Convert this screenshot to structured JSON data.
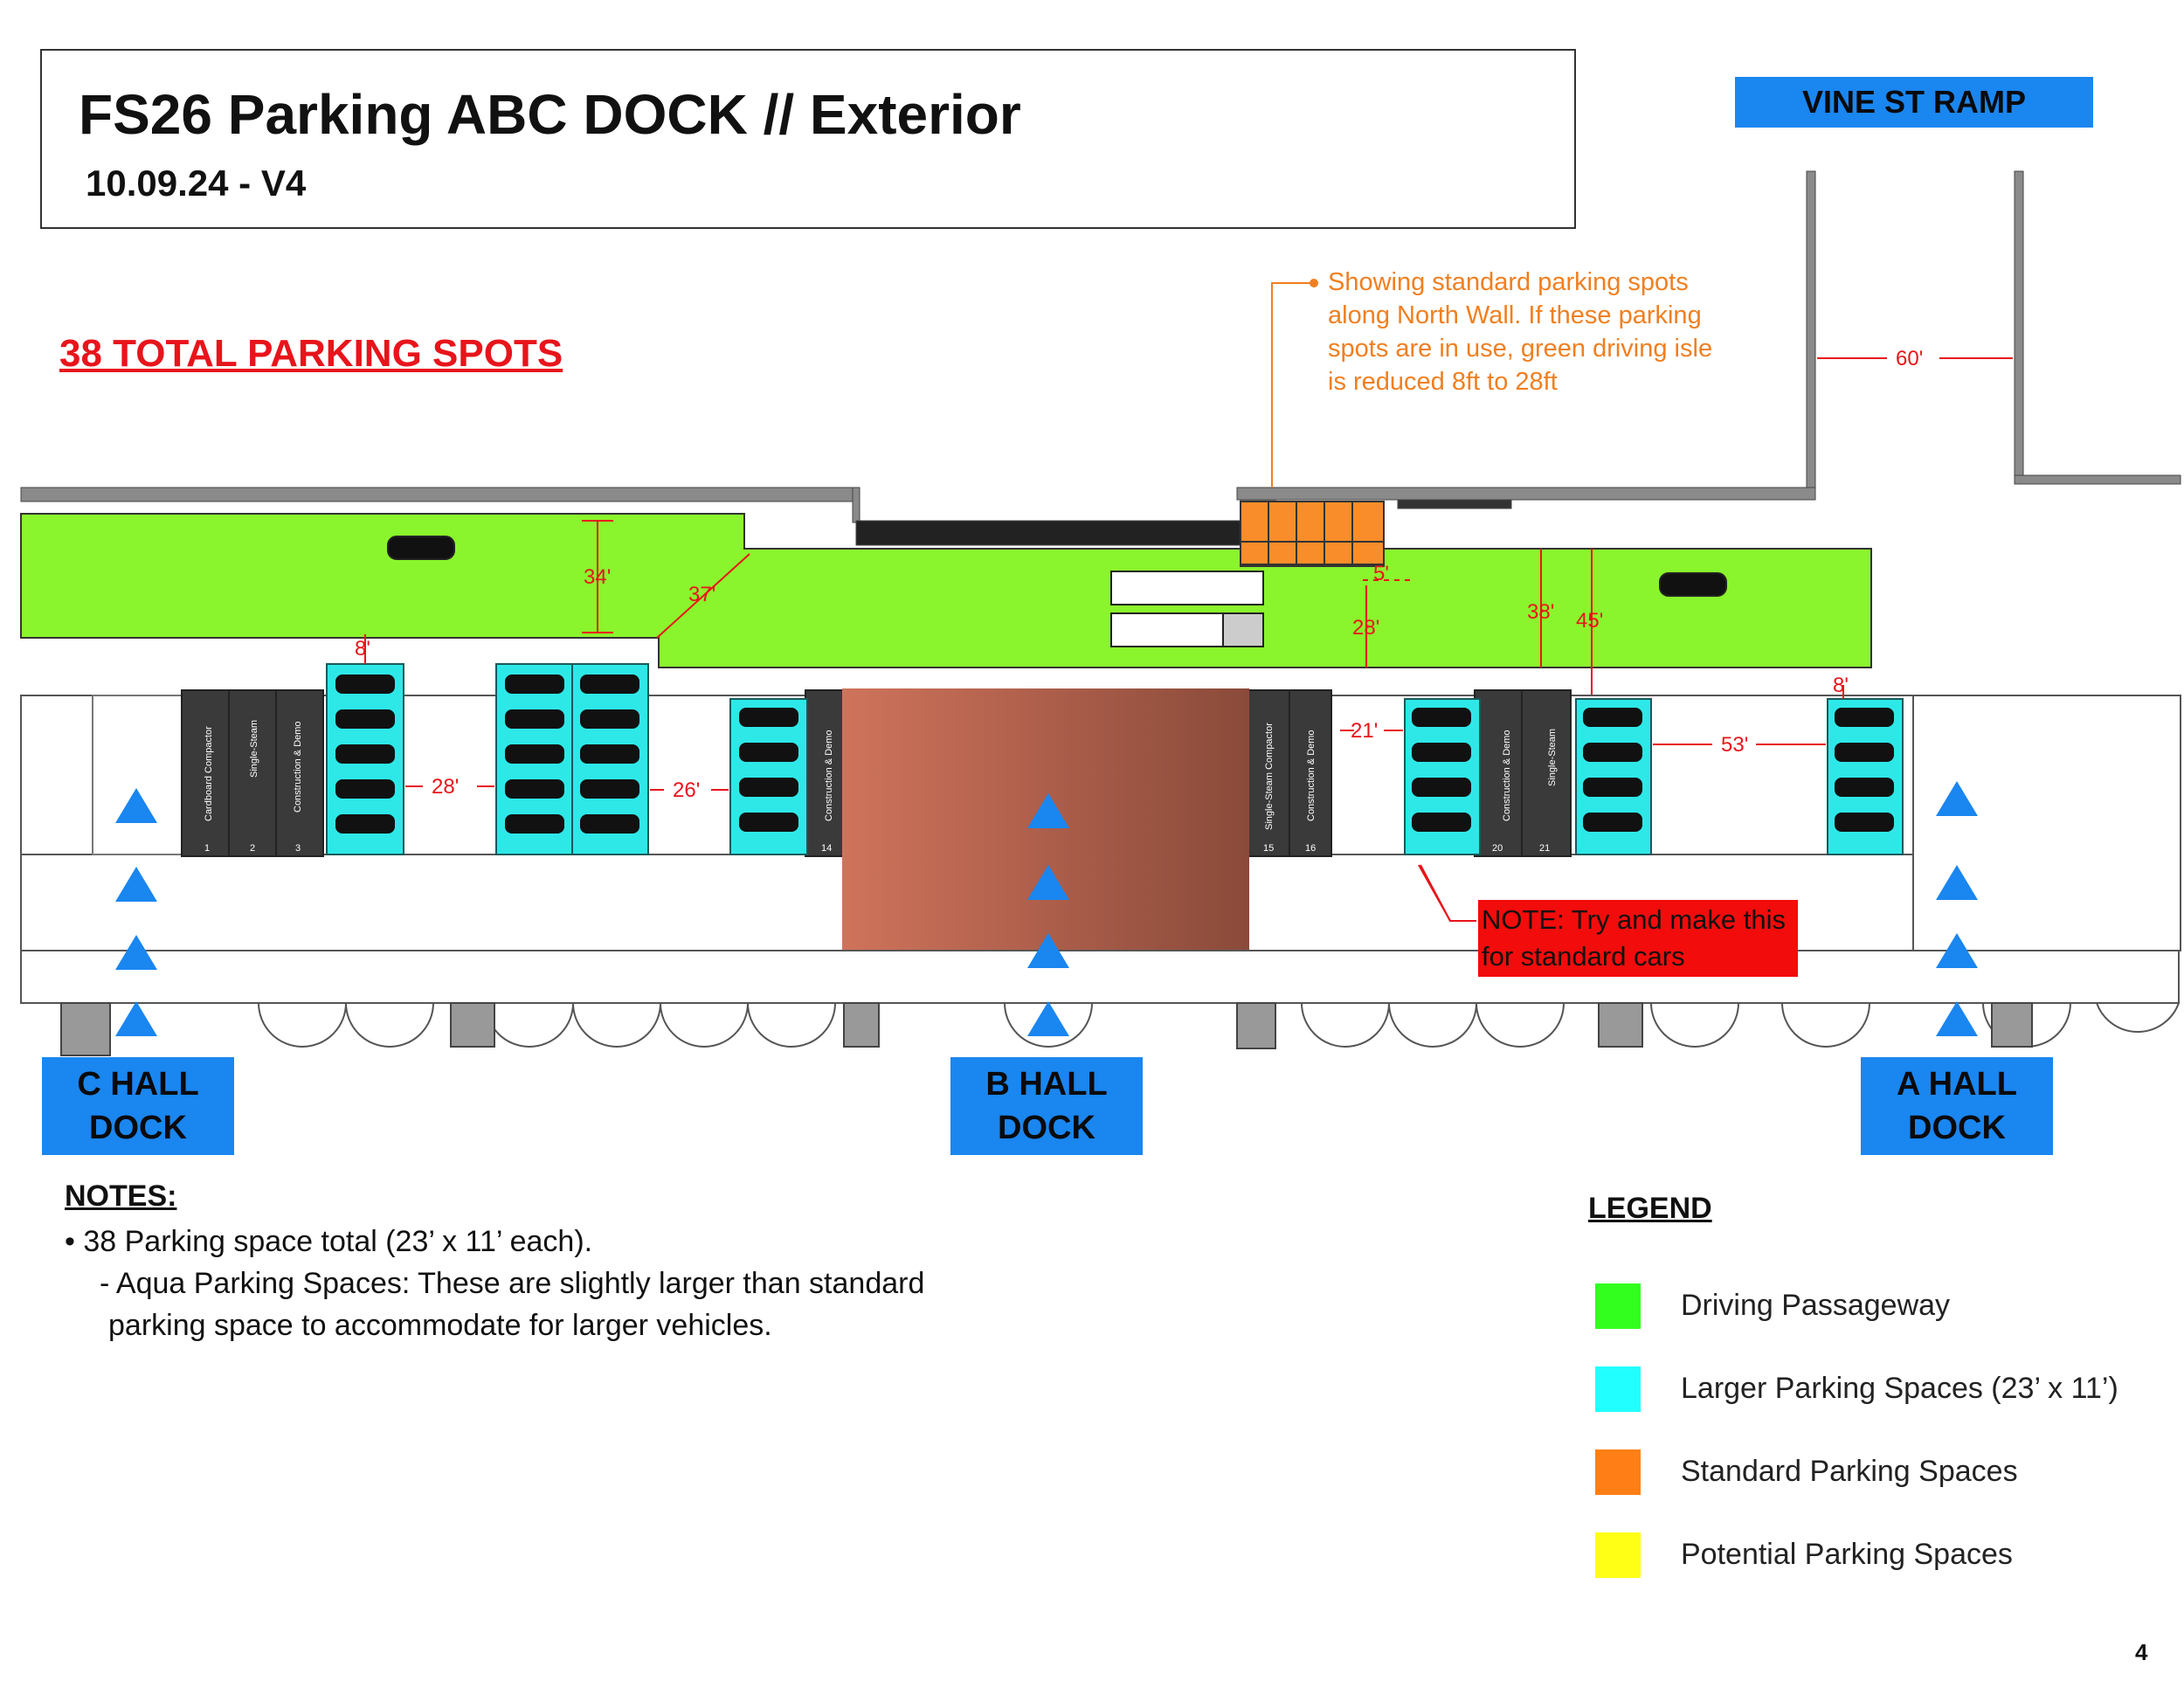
{
  "header": {
    "title": "FS26 Parking ABC DOCK // Exterior",
    "version": "10.09.24 - V4"
  },
  "total_label": "38 TOTAL PARKING SPOTS",
  "vine_label": "VINE ST RAMP",
  "docks": [
    {
      "line1": "C HALL",
      "line2": "DOCK"
    },
    {
      "line1": "B HALL",
      "line2": "DOCK"
    },
    {
      "line1": "A HALL",
      "line2": "DOCK"
    }
  ],
  "orange_note": "Showing standard parking spots along North Wall. If these parking spots are in use, green driving isle is reduced 8ft to 28ft",
  "red_note": {
    "line1": "NOTE: Try and make this",
    "line2": "for standard cars"
  },
  "dimensions": {
    "d60": "60'",
    "d34": "34'",
    "d37": "37'",
    "d5": "5'",
    "d28_top": "28'",
    "d38": "38'",
    "d45": "45'",
    "d8_left": "8'",
    "d8_right": "8'",
    "d28_left": "28'",
    "d26": "26'",
    "d21": "21'",
    "d53": "53'"
  },
  "carts": [
    {
      "label": "Cardboard Compactor",
      "num": "1"
    },
    {
      "label": "Single-Steam",
      "num": "2"
    },
    {
      "label": "Construction & Demo",
      "num": "3"
    },
    {
      "label": "Construction & Demo",
      "num": "14"
    },
    {
      "label": "Single-Steam Compactor",
      "num": "15"
    },
    {
      "label": "Construction & Demo",
      "num": "16"
    },
    {
      "label": "Construction & Demo",
      "num": "20"
    },
    {
      "label": "Single-Steam",
      "num": "21"
    }
  ],
  "notes": {
    "heading": "NOTES:",
    "line1": "• 38 Parking space total (23’ x 11’ each).",
    "line2": "- Aqua Parking Spaces: These are slightly larger than standard",
    "line3": "parking space to accommodate for larger vehicles."
  },
  "legend": {
    "heading": "LEGEND",
    "items": [
      {
        "label": "Driving Passageway",
        "color": "#33ff1f"
      },
      {
        "label": "Larger Parking Spaces (23’ x 11’)",
        "color": "#22ffff"
      },
      {
        "label": "Standard Parking Spaces",
        "color": "#ff7f16"
      },
      {
        "label": "Potential Parking Spaces",
        "color": "#ffff16"
      }
    ]
  },
  "colors": {
    "driving": "#8af52c",
    "aqua": "#2ee8e8",
    "standard": "#f98d2a",
    "blue_label": "#1a86f0",
    "dimension_red": "#e8141b"
  },
  "page_number": "4"
}
